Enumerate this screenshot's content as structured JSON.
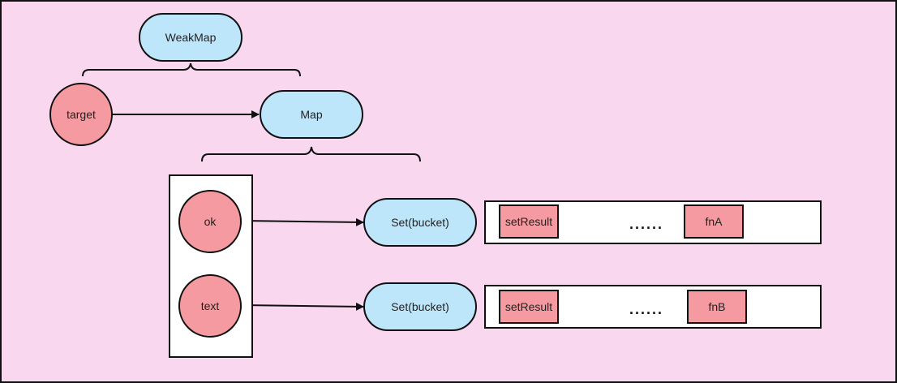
{
  "colors": {
    "background": "#f8d7ef",
    "pill_fill": "#bee6fb",
    "circle_fill": "#f59aa0",
    "cell_fill": "#f59aa0"
  },
  "nodes": {
    "weakmap": "WeakMap",
    "target": "target",
    "map": "Map",
    "key_ok": "ok",
    "key_text": "text",
    "set_ok": "Set(bucket)",
    "set_text": "Set(bucket)"
  },
  "buckets": {
    "ok": {
      "first": "setResult",
      "ellipsis": "......",
      "last": "fnA"
    },
    "text": {
      "first": "setResult",
      "ellipsis": "......",
      "last": "fnB"
    }
  }
}
